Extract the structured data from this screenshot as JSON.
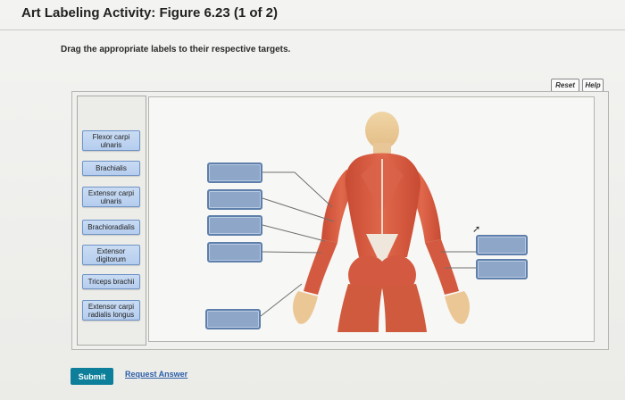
{
  "header": {
    "title": "Art Labeling Activity: Figure 6.23 (1 of 2)"
  },
  "instructions": "Drag the appropriate labels to their respective targets.",
  "toolbar": {
    "reset_label": "Reset",
    "help_label": "Help"
  },
  "labels": [
    "Flexor carpi ulnaris",
    "Brachialis",
    "Extensor carpi ulnaris",
    "Brachioradialis",
    "Extensor digitorum",
    "Triceps brachii",
    "Extensor carpi radialis longus"
  ],
  "targets_count": 7,
  "footer": {
    "submit_label": "Submit",
    "request_answer_label": "Request Answer"
  },
  "colors": {
    "submit_bg": "#0d7f9a",
    "label_fill": "#c3d7f1",
    "target_fill": "#8ea7c8",
    "muscle": "#d45a3f"
  },
  "icons": {
    "cursor": "arrow-cursor-icon"
  }
}
